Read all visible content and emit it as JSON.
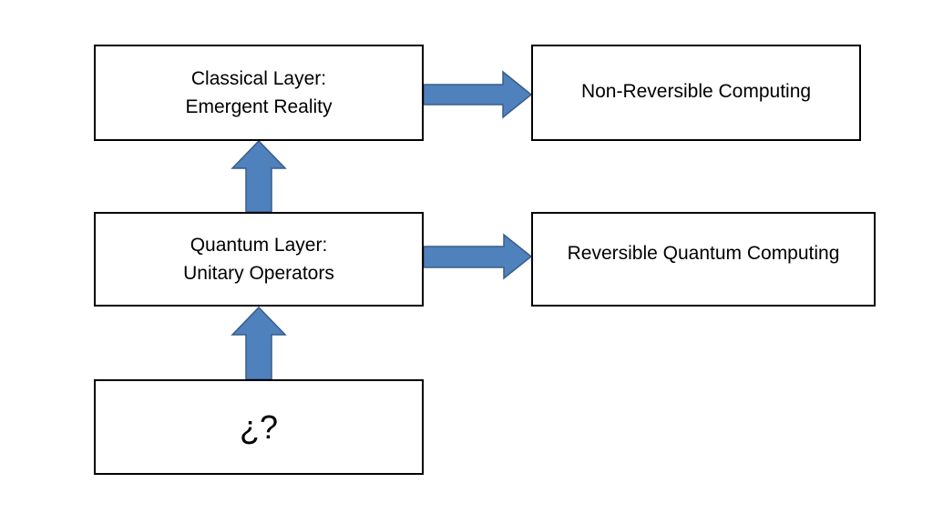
{
  "nodes": {
    "classical": {
      "line1": "Classical Layer:",
      "line2": "Emergent Reality"
    },
    "non_reversible": {
      "label": "Non-Reversible Computing"
    },
    "quantum": {
      "line1": "Quantum Layer:",
      "line2": "Unitary Operators"
    },
    "reversible": {
      "label": "Reversible Quantum Computing"
    },
    "unknown": {
      "label": "¿?"
    }
  },
  "colors": {
    "arrow_fill": "#4f81bd",
    "arrow_stroke": "#385d8a",
    "box_border": "#000000"
  },
  "edges": [
    {
      "from": "unknown",
      "to": "quantum"
    },
    {
      "from": "quantum",
      "to": "classical"
    },
    {
      "from": "classical",
      "to": "non_reversible"
    },
    {
      "from": "quantum",
      "to": "reversible"
    }
  ]
}
